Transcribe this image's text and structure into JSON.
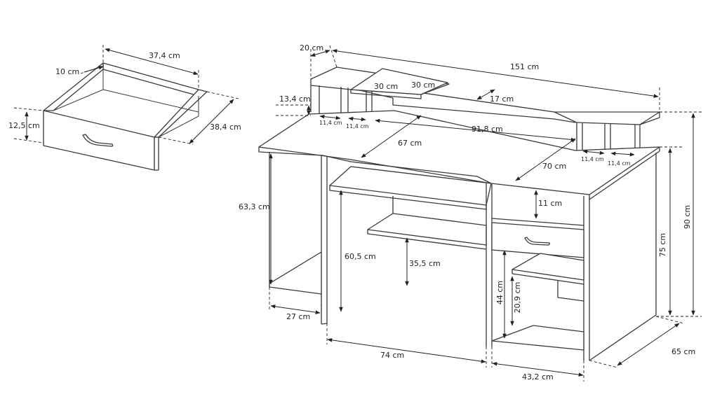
{
  "drawer": {
    "width": "37,4 cm",
    "side_height": "10 cm",
    "front_height": "12,5 cm",
    "depth": "38,4 cm"
  },
  "desk": {
    "top_shelf_depth": "20 cm",
    "total_width": "151 cm",
    "shelf_height": "13,4 cm",
    "monitor_width": "30 cm",
    "monitor_depth": "30 cm",
    "riser_depth": "17 cm",
    "cubby_left_1": "11,4 cm",
    "cubby_left_2": "11,4 cm",
    "riser_span": "91,8 cm",
    "cubby_right_1": "11,4 cm",
    "cubby_right_2": "11,4 cm",
    "top_depth_left": "67 cm",
    "top_depth_right": "70 cm",
    "total_height": "90 cm",
    "desk_height": "75 cm",
    "left_clearance": "63,3 cm",
    "tray_height": "11 cm",
    "keyboard_clearance": "60,5 cm",
    "shelf_clearance": "35,5 cm",
    "lower_section_height": "44 cm",
    "lower_shelf_height": "20,9 cm",
    "side_shelf_depth": "27 cm",
    "knee_width": "74 cm",
    "cabinet_width": "43,2 cm",
    "total_depth": "65 cm"
  }
}
